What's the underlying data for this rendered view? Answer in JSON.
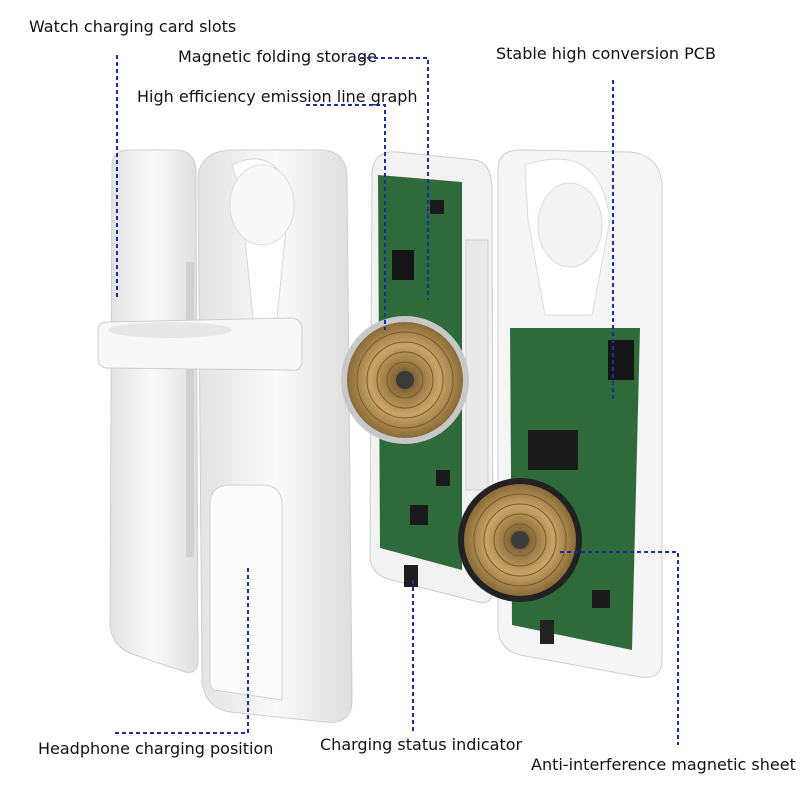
{
  "callouts": {
    "watch_slots": "Watch charging card slots",
    "magnetic_storage": "Magnetic folding storage",
    "emission_coil": "High efficiency emission line graph",
    "pcb": "Stable high conversion PCB",
    "headphone": "Headphone charging position",
    "status_indicator": "Charging status indicator",
    "magnetic_sheet": "Anti-interference magnetic sheet"
  },
  "colors": {
    "leader_line": "#1a2fa6",
    "pcb_green": "#2f6b3a",
    "coil_gold": "#b58d4e",
    "shell_white": "#f4f4f4"
  }
}
